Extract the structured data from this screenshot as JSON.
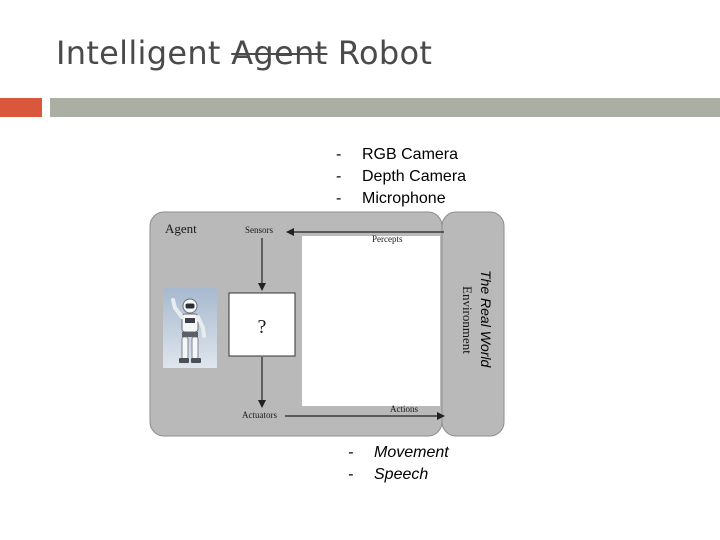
{
  "title": {
    "before": "Intelligent ",
    "struck": "Agent",
    "after": " Robot"
  },
  "sensor_list": [
    "RGB Camera",
    "Depth Camera",
    "Microphone"
  ],
  "actuator_list": [
    "Movement",
    "Speech"
  ],
  "bullet_marker": "-",
  "diagram": {
    "agent_label": "Agent",
    "sensors_label": "Sensors",
    "actuators_label": "Actuators",
    "percepts_label": "Percepts",
    "actions_label": "Actions",
    "environment_label": "Environment",
    "real_world_label": "The Real World",
    "unknown_symbol": "?"
  },
  "colors": {
    "accent": "#d9583b",
    "rule": "#a9afa3",
    "panel": "#b9b9b9",
    "title_text": "#4a4a4a"
  }
}
